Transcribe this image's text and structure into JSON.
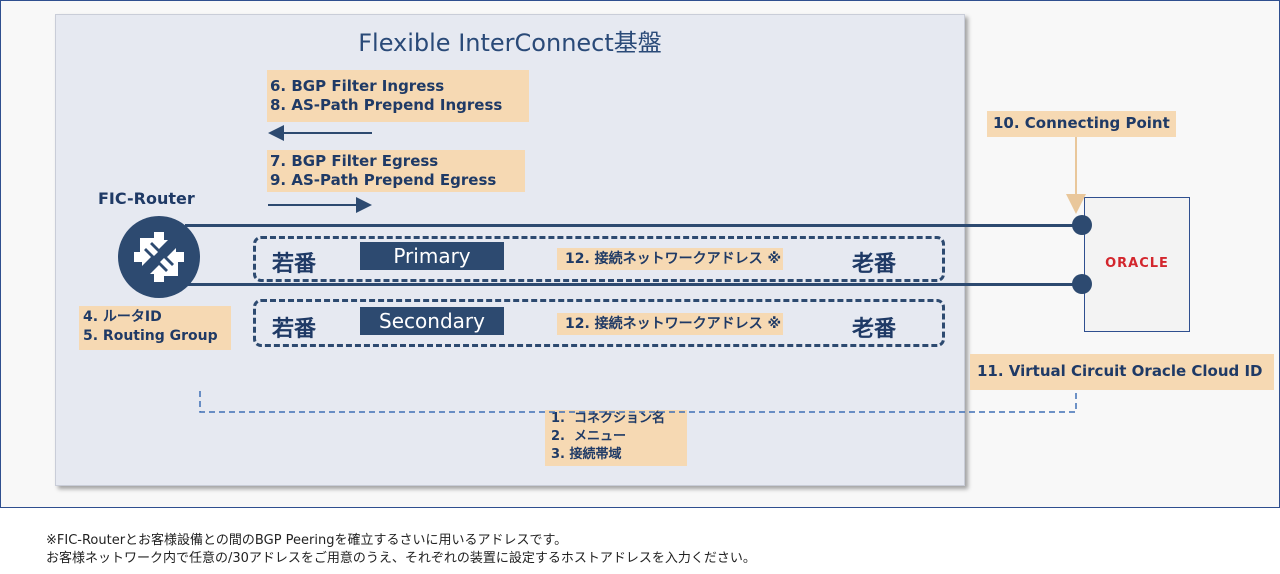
{
  "platform": {
    "title": "Flexible InterConnect基盤"
  },
  "ingress": {
    "line1": "6. BGP Filter Ingress",
    "line2": "8. AS-Path Prepend Ingress"
  },
  "egress": {
    "line1": "7. BGP Filter Egress",
    "line2": "9. AS-Path Prepend Egress"
  },
  "router": {
    "title": "FIC-Router",
    "label1": "4. ルータID",
    "label2": "5. Routing Group"
  },
  "primary": {
    "left": "若番",
    "name": "Primary",
    "address": "12. 接続ネットワークアドレス ※",
    "right": "老番"
  },
  "secondary": {
    "left": "若番",
    "name": "Secondary",
    "address": "12. 接続ネットワークアドレス ※",
    "right": "老番"
  },
  "connecting_point": "10. Connecting Point",
  "oracle": {
    "logo": "ORACLE",
    "vc_label": "11. Virtual Circuit Oracle Cloud ID"
  },
  "connection": {
    "item1": "1.  コネクション名",
    "item2": "2.  メニュー",
    "item3": "3. 接続帯域"
  },
  "footnote": {
    "line1": "※FIC-Routerとお客様設備との間のBGP Peeringを確立するさいに用いるアドレスです。",
    "line2": "お客様ネットワーク内で任意の/30アドレスをご用意のうえ、それぞれの装置に設定するホストアドレスを入力ください。"
  },
  "colors": {
    "navy": "#2d4a70",
    "label_bg": "#f6d9b3",
    "platform_bg": "#e6e9f1",
    "oracle_red": "#d3262d"
  }
}
